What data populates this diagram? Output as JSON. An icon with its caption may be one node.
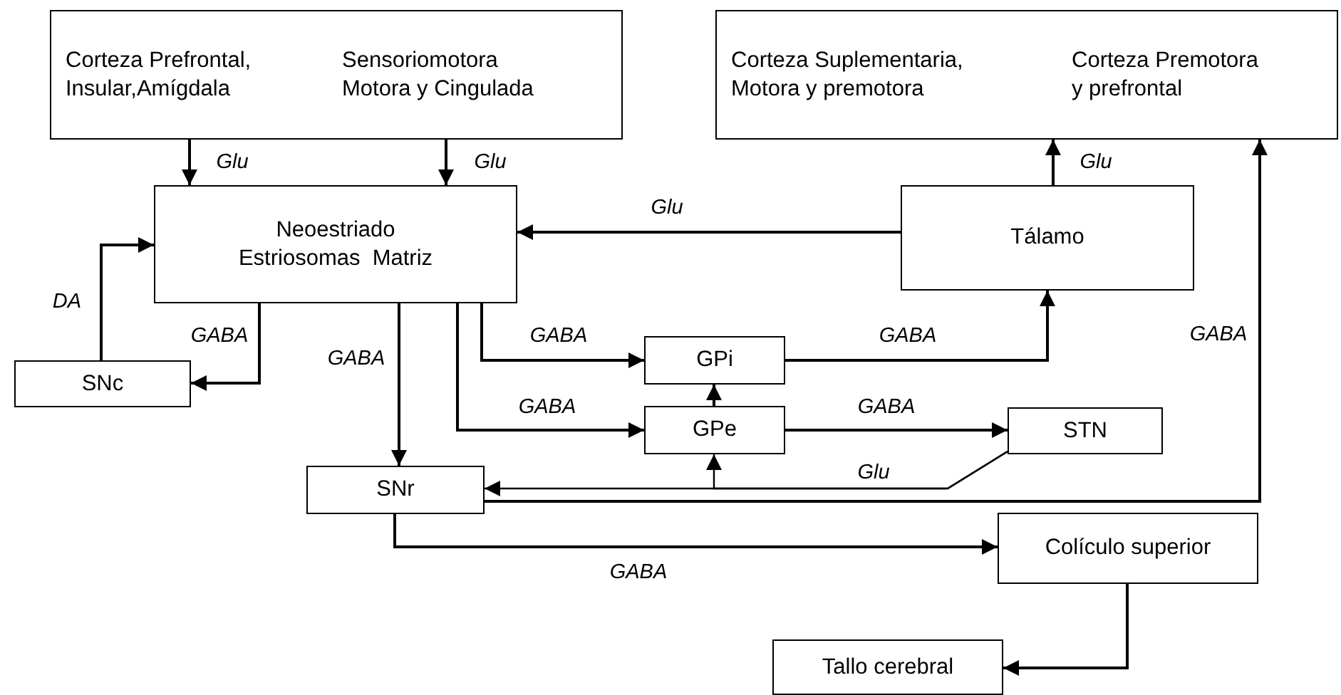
{
  "diagram": {
    "nodes": [
      {
        "text": [
          "Corteza Prefrontal, Insular,Amígdala",
          "Sensoriomotora Motora y Cingulada"
        ]
      },
      {
        "text": [
          "Neoestriado",
          "Estriosomas  Matriz"
        ]
      },
      {
        "text": [
          "Corteza Suplementaria, Motora y premotora",
          "Corteza Premotora y prefrontal"
        ]
      },
      {
        "text": [
          "Tálamo"
        ]
      },
      {
        "text": [
          "SNc"
        ]
      },
      {
        "text": [
          "GPi"
        ]
      },
      {
        "text": [
          "GPe"
        ]
      },
      {
        "text": [
          "STN"
        ]
      },
      {
        "text": [
          "SNr"
        ]
      },
      {
        "text": [
          "Colículo superior"
        ]
      },
      {
        "text": [
          "Tallo cerebral"
        ]
      }
    ],
    "edges": [
      {
        "from": 0,
        "to": 1,
        "arrow": "to",
        "label": "Glu"
      },
      {
        "from": 0,
        "to": 1,
        "arrow": "to",
        "label": "Glu"
      },
      {
        "from": 3,
        "to": 1,
        "arrow": "to",
        "label": "Glu"
      },
      {
        "from": 3,
        "to": 2,
        "arrow": "to",
        "label": "Glu"
      },
      {
        "from": 4,
        "to": 1,
        "arrow": "to",
        "label": "DA"
      },
      {
        "from": 1,
        "to": 4,
        "arrow": "to",
        "label": "GABA"
      },
      {
        "from": 1,
        "to": 8,
        "arrow": "to",
        "label": "GABA"
      },
      {
        "from": 1,
        "to": 5,
        "arrow": "to",
        "label": "GABA"
      },
      {
        "from": 1,
        "to": 6,
        "arrow": "to",
        "label": "GABA"
      },
      {
        "from": 6,
        "to": 5,
        "arrow": "to"
      },
      {
        "from": 5,
        "to": 3,
        "arrow": "to",
        "label": "GABA"
      },
      {
        "from": 6,
        "to": 7,
        "arrow": "to",
        "label": "GABA"
      },
      {
        "from": 7,
        "to": 8,
        "arrow": "to",
        "label": "Glu"
      },
      {
        "from": 7,
        "to": 6,
        "arrow": "to"
      },
      {
        "from": 8,
        "to": 2,
        "arrow": "to",
        "label": "GABA"
      },
      {
        "from": 8,
        "to": 9,
        "arrow": "to",
        "label": "GABA"
      },
      {
        "from": 9,
        "to": 10,
        "arrow": "to"
      }
    ]
  }
}
